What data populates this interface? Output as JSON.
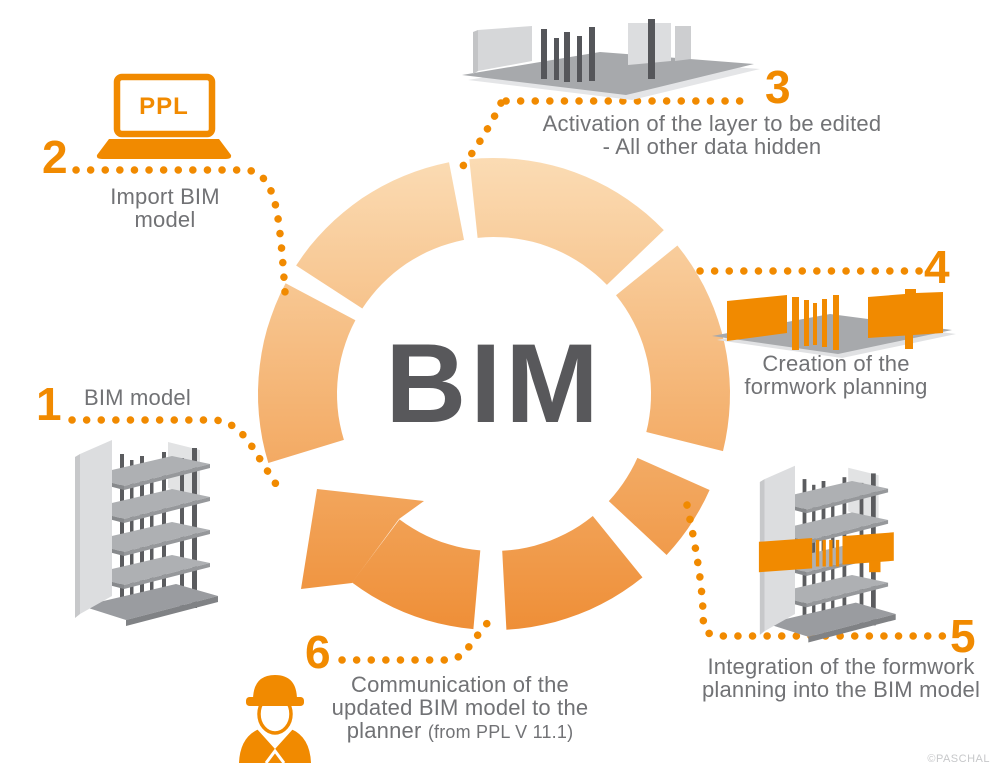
{
  "center": {
    "label": "BIM"
  },
  "credit": "©PASCHAL",
  "colors": {
    "accent": "#F18A00",
    "ring_light": "#FBDDB6",
    "ring_dark": "#EE8C33",
    "text_gray": "#717275",
    "bim_gray": "#58585B",
    "credit_gray": "#C7C8CA"
  },
  "steps": {
    "s1": {
      "number": "1",
      "label": "BIM model",
      "icon": "bim-model-building"
    },
    "s2": {
      "number": "2",
      "line1": "Import BIM",
      "line2": "model",
      "icon": "ppl-laptop",
      "laptop_label": "PPL"
    },
    "s3": {
      "number": "3",
      "line1": "Activation of the layer to be edited",
      "line2": "- All other data hidden",
      "icon": "layer-slab-columns"
    },
    "s4": {
      "number": "4",
      "line1": "Creation of the",
      "line2": "formwork planning",
      "icon": "formwork-panels"
    },
    "s5": {
      "number": "5",
      "line1": "Integration of the formwork",
      "line2": "planning into the BIM model",
      "icon": "building-with-formwork-band"
    },
    "s6": {
      "number": "6",
      "line1": "Communication of the",
      "line2": "updated BIM model to the",
      "line3": "planner",
      "line3_note": "(from PPL V 11.1)",
      "icon": "construction-worker"
    }
  }
}
